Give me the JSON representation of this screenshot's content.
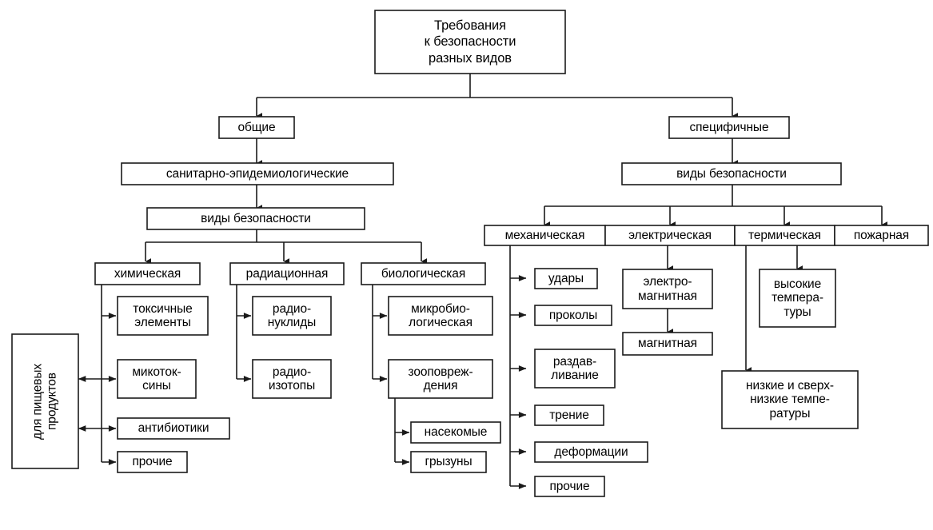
{
  "diagram": {
    "title": "Требования к безопасности разных видов",
    "language": "ru",
    "line_color": "#1a1a1a",
    "box_fill": "#ffffff",
    "background": "#ffffff",
    "nodes": {
      "root": "Требования\nк безопасности\nразных видов",
      "general": "общие",
      "sanitary": "санитарно-эпидемиологические",
      "types_left": "виды безопасности",
      "chemical": "химическая",
      "radiation": "радиационная",
      "biological": "биологическая",
      "toxic_elements": "токсичные\nэлементы",
      "mycotoxins": "микоток-\nсины",
      "antibiotics": "антибиотики",
      "other_chem": "прочие",
      "radionuclides": "радио-\nнуклиды",
      "radioisotopes": "радио-\nизотопы",
      "microbiological": "микробио-\nлогическая",
      "zoo_damage": "зооповреж-\nдения",
      "insects": "насекомые",
      "rodents": "грызуны",
      "food_products": "для пищевых\nпродуктов",
      "specific": "специфичные",
      "types_right": "виды безопасности",
      "mechanical": "механическая",
      "electrical": "электрическая",
      "thermal": "термическая",
      "fire": "пожарная",
      "impacts": "удары",
      "punctures": "проколы",
      "crushing": "раздав-\nливание",
      "friction": "трение",
      "deformations": "деформации",
      "other_mech": "прочие",
      "electromagnetic": "электро-\nмагнитная",
      "magnetic": "магнитная",
      "high_temps": "высокие\nтемпера-\nтуры",
      "low_temps": "низкие и сверх-\nнизкие темпе-\nратуры"
    }
  }
}
